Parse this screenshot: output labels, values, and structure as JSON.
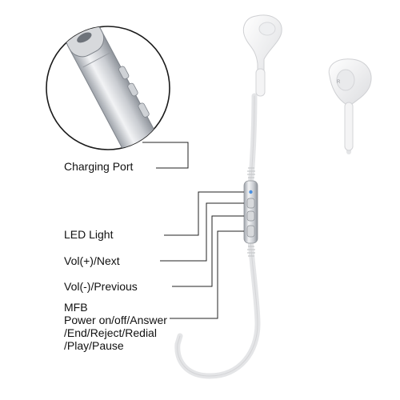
{
  "labels": {
    "charging_port": "Charging Port",
    "led_light": "LED Light",
    "vol_up": "Vol(+)/Next",
    "vol_down": "Vol(-)/Previous",
    "mfb_lines": [
      "MFB",
      "Power on/off/Answer",
      "/End/Reject/Redial",
      "/Play/Pause"
    ]
  },
  "earbud_mark": "R",
  "colors": {
    "cable": "#e6e7e9",
    "earbud": "#f7f7f8",
    "metal": "#c4c7cc",
    "led": "#4a90e2",
    "line": "#222222"
  }
}
